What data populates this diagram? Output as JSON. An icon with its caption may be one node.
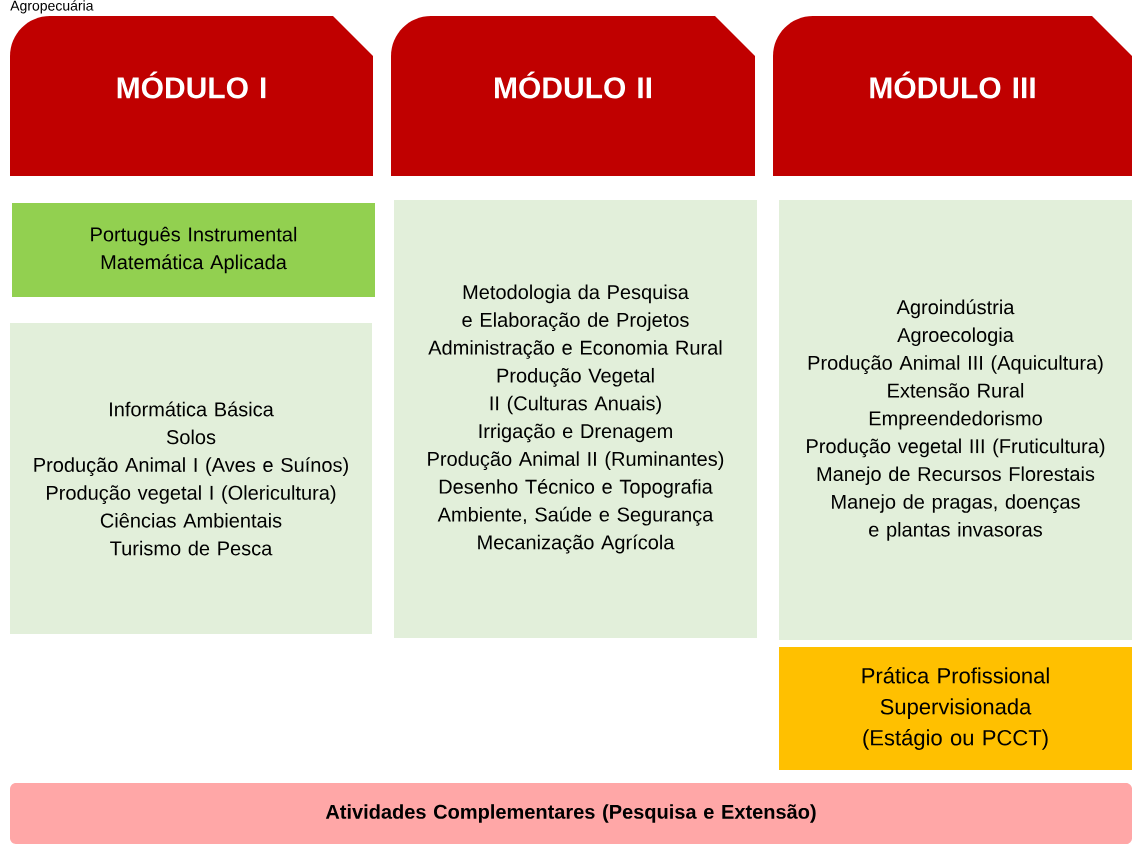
{
  "diagram": {
    "title": "Agropecuária",
    "nodes": [
      {
        "text": [
          "MÓDULO I"
        ]
      },
      {
        "text": [
          "MÓDULO II"
        ]
      },
      {
        "text": [
          "MÓDULO III"
        ]
      },
      {
        "text": [
          "Português Instrumental",
          "Matemática Aplicada"
        ]
      },
      {
        "text": [
          "Informática Básica",
          "Solos",
          "Produção Animal I (Aves e Suínos)",
          "Produção vegetal I (Olericultura)",
          "Ciências Ambientais",
          "Turismo de Pesca"
        ]
      },
      {
        "text": [
          "Metodologia da Pesquisa e Elaboração de Projetos",
          "Administração e Economia Rural",
          "Produção Vegetal II (Culturas Anuais)",
          "Irrigação e Drenagem",
          "Produção Animal II (Ruminantes)",
          "Desenho Técnico e Topografia",
          "Ambiente, Saúde e Segurança",
          "Mecanização Agrícola"
        ]
      },
      {
        "text": [
          "Agroindústria",
          "Agroecologia",
          "Produção Animal III (Aquicultura)",
          "Extensão Rural",
          "Empreendedorismo",
          "Produção vegetal III (Fruticultura)",
          "Manejo de Recursos Florestais",
          "Manejo de pragas, doenças e plantas invasoras"
        ]
      },
      {
        "text": [
          "Prática Profissional Supervisionada (Estágio ou PCCT)"
        ]
      },
      {
        "text": [
          "Atividades Complementares (Pesquisa e Extensão)"
        ]
      }
    ]
  }
}
